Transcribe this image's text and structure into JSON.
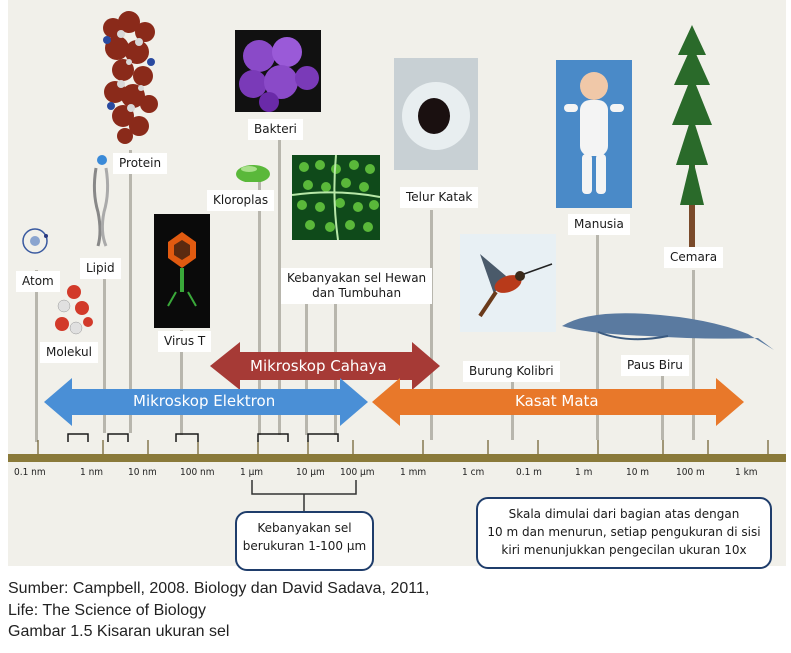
{
  "labels": {
    "atom": "Atom",
    "lipid": "Lipid",
    "protein": "Protein",
    "molekul": "Molekul",
    "virus": "Virus T",
    "kloroplas": "Kloroplas",
    "bakteri": "Bakteri",
    "sel_line1": "Kebanyakan sel Hewan",
    "sel_line2": "dan Tumbuhan",
    "telur": "Telur Katak",
    "kolibri": "Burung Kolibri",
    "manusia": "Manusia",
    "paus": "Paus Biru",
    "cemara": "Cemara"
  },
  "arrows": {
    "cahaya": "Mikroskop  Cahaya",
    "elektron": "Mikroskop Elektron",
    "kasat": "Kasat Mata"
  },
  "colors": {
    "cahaya": "#a63a36",
    "elektron": "#4a8fd6",
    "kasat": "#e8782a",
    "callout_border": "#1f3d6b",
    "ground": "#8a7a3a"
  },
  "scale_ticks": [
    "0.1 nm",
    "1 nm",
    "10 nm",
    "100 nm",
    "1 µm",
    "10 µm",
    "100 µm",
    "1 mm",
    "1 cm",
    "0.1 m",
    "1 m",
    "10 m",
    "100 m",
    "1 km"
  ],
  "callouts": {
    "sel_range_line1": "Kebanyakan sel",
    "sel_range_line2": "berukuran 1-100 µm",
    "note_line1": "Skala dimulai dari bagian atas dengan",
    "note_line2": "10 m dan menurun, setiap pengukuran di sisi",
    "note_line3": "kiri menunjukkan pengecilan ukuran 10x"
  },
  "caption": {
    "line1": "Sumber: Campbell, 2008. Biology dan David Sadava, 2011,",
    "line2": "Life: The Science of Biology",
    "line3": "Gambar 1.5 Kisaran ukuran sel"
  }
}
